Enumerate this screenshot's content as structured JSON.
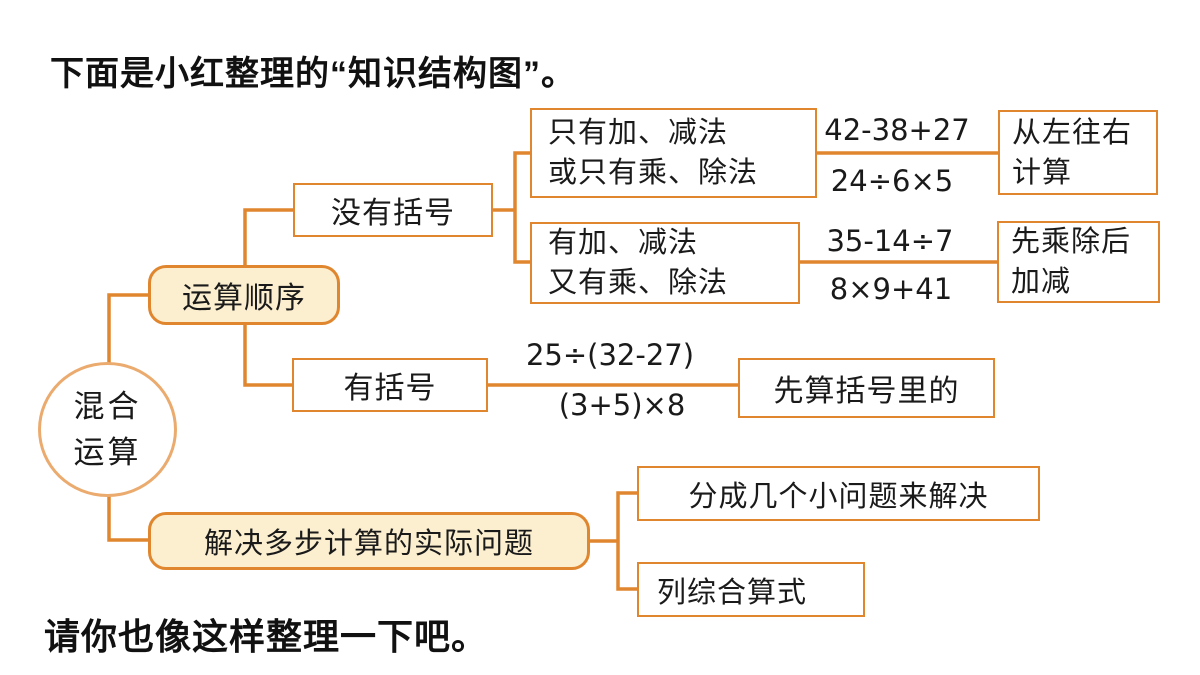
{
  "header": {
    "title": "下面是小红整理的“知识结构图”。"
  },
  "footer": {
    "text": "请你也像这样整理一下吧。"
  },
  "colors": {
    "accent_orange": "#E0862F",
    "root_border_orange": "#EBAB6E",
    "pill_fill_cream": "#FCEFD0",
    "text_black": "#1a1a1a"
  },
  "diagram": {
    "root": {
      "line1": "混合",
      "line2": "运算"
    },
    "order_branch": {
      "label": "运算顺序",
      "no_brackets": {
        "label": "没有括号",
        "case_add_or_mul": {
          "line1": "只有加、减法",
          "line2": "或只有乘、除法",
          "example1": "42-38+27",
          "example2": "24÷6×5",
          "rule_line1": "从左往右",
          "rule_line2": "计算"
        },
        "case_mixed": {
          "line1": "有加、减法",
          "line2": "又有乘、除法",
          "example1": "35-14÷7",
          "example2": "8×9+41",
          "rule_line1": "先乘除后",
          "rule_line2": "加减"
        }
      },
      "with_brackets": {
        "label": "有括号",
        "example1": "25÷(32-27)",
        "example2": "(3+5)×8",
        "rule": "先算括号里的"
      }
    },
    "problem_branch": {
      "label": "解决多步计算的实际问题",
      "method1": "分成几个小问题来解决",
      "method2": "列综合算式"
    }
  }
}
